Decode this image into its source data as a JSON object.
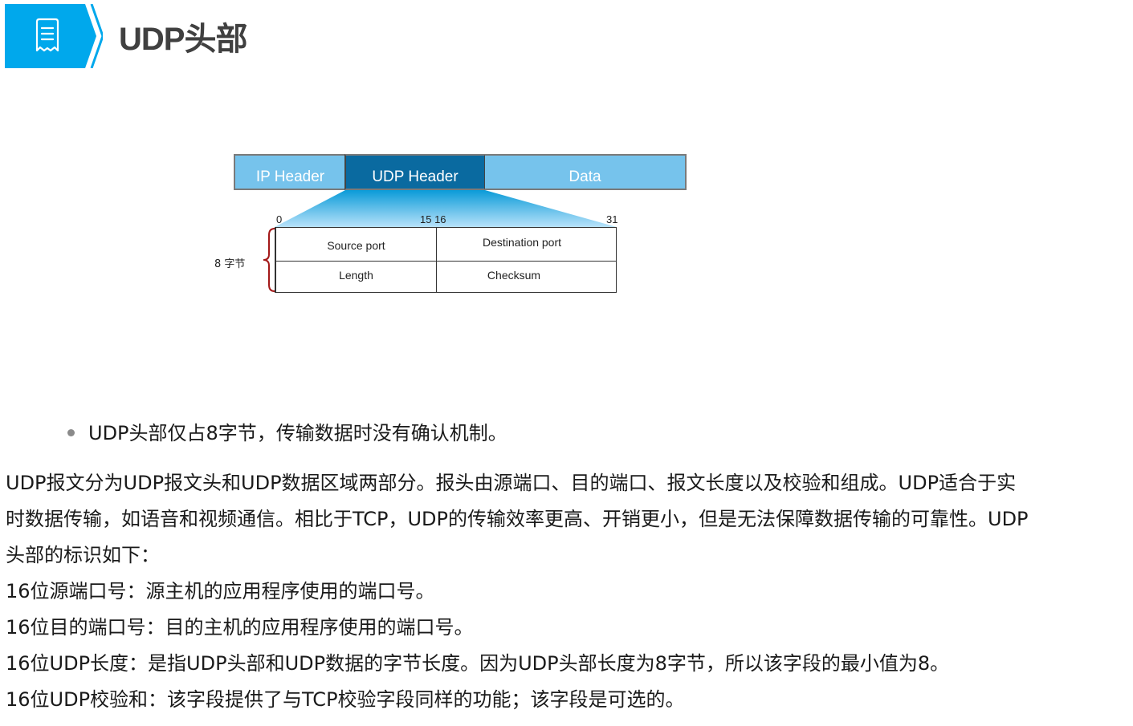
{
  "title": {
    "icon": "receipt-document-icon",
    "text": "UDP头部",
    "badge_color": "#00a8ec"
  },
  "diagram": {
    "segments": [
      {
        "label": "IP Header",
        "color": "#76c3ec"
      },
      {
        "label": "UDP Header",
        "color": "#0a6aa0"
      },
      {
        "label": "Data",
        "color": "#76c3ec"
      }
    ],
    "bit_labels": {
      "start": "0",
      "mid": "15 16",
      "end": "31"
    },
    "size_label": "8 字节",
    "fields": {
      "source_port": "Source port",
      "destination_port": "Destination port",
      "length": "Length",
      "checksum": "Checksum"
    }
  },
  "bullet": "UDP头部仅占8字节，传输数据时没有确认机制。",
  "body": {
    "intro_lines": [
      "UDP报文分为UDP报文头和UDP数据区域两部分。报头由源端口、目的端口、报文长度以及校验和组成。UDP适合于实",
      "时数据传输，如语音和视频通信。相比于TCP，UDP的传输效率更高、开销更小，但是无法保障数据传输的可靠性。UDP",
      "头部的标识如下："
    ],
    "fields": [
      "16位源端口号：源主机的应用程序使用的端口号。",
      "16位目的端口号：目的主机的应用程序使用的端口号。",
      "16位UDP长度：是指UDP头部和UDP数据的字节长度。因为UDP头部长度为8字节，所以该字段的最小值为8。",
      "16位UDP校验和：该字段提供了与TCP校验字段同样的功能；该字段是可选的。"
    ]
  }
}
